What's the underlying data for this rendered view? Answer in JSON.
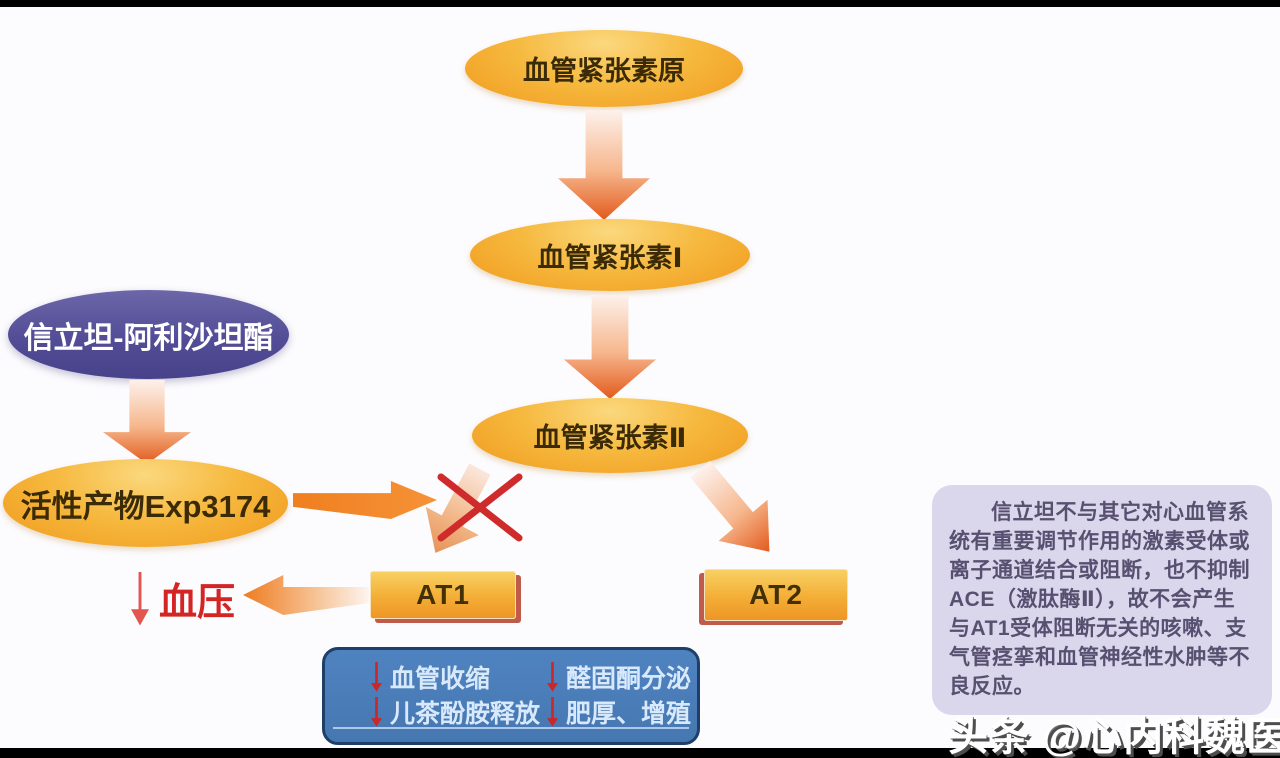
{
  "nodes": {
    "angiotensinogen": "血管紧张素原",
    "angiotensin_1": "血管紧张素Ⅰ",
    "angiotensin_2": "血管紧张素Ⅱ",
    "drug": "信立坦-阿利沙坦酯",
    "active_product": "活性产物Exp3174",
    "at1": "AT1",
    "at2": "AT2"
  },
  "bp": {
    "label": "血压"
  },
  "effects": {
    "items": [
      "血管收缩",
      "醛固酮分泌",
      "儿茶酚胺释放",
      "肥厚、增殖"
    ]
  },
  "note": {
    "text": "信立坦不与其它对心血管系统有重要调节作用的激素受体或离子通道结合或阻断，也不抑制ACE（激肽酶Ⅱ），故不会产生与AT1受体阻断无关的咳嗽、支气管痉挛和血管神经性水肿等不良反应。"
  },
  "watermark": {
    "text": "头条 @心内科魏医师"
  },
  "icons": {
    "flow_arrow": "down-gradient-arrow",
    "blocked_cross": "red-x",
    "decrease_arrow": "↓"
  },
  "colors": {
    "node_gold": "#f5ae33",
    "drug_purple": "#524d96",
    "arrow_orange": "#e25a1c",
    "blocked_red": "#cf2b2b",
    "effects_blue": "#4a7cb9",
    "effects_border": "#1d3f69",
    "note_lavender": "#dad6eb",
    "bp_red": "#d42525",
    "canvas_bg": "#fcfbfd",
    "frame_bg": "#000000"
  }
}
